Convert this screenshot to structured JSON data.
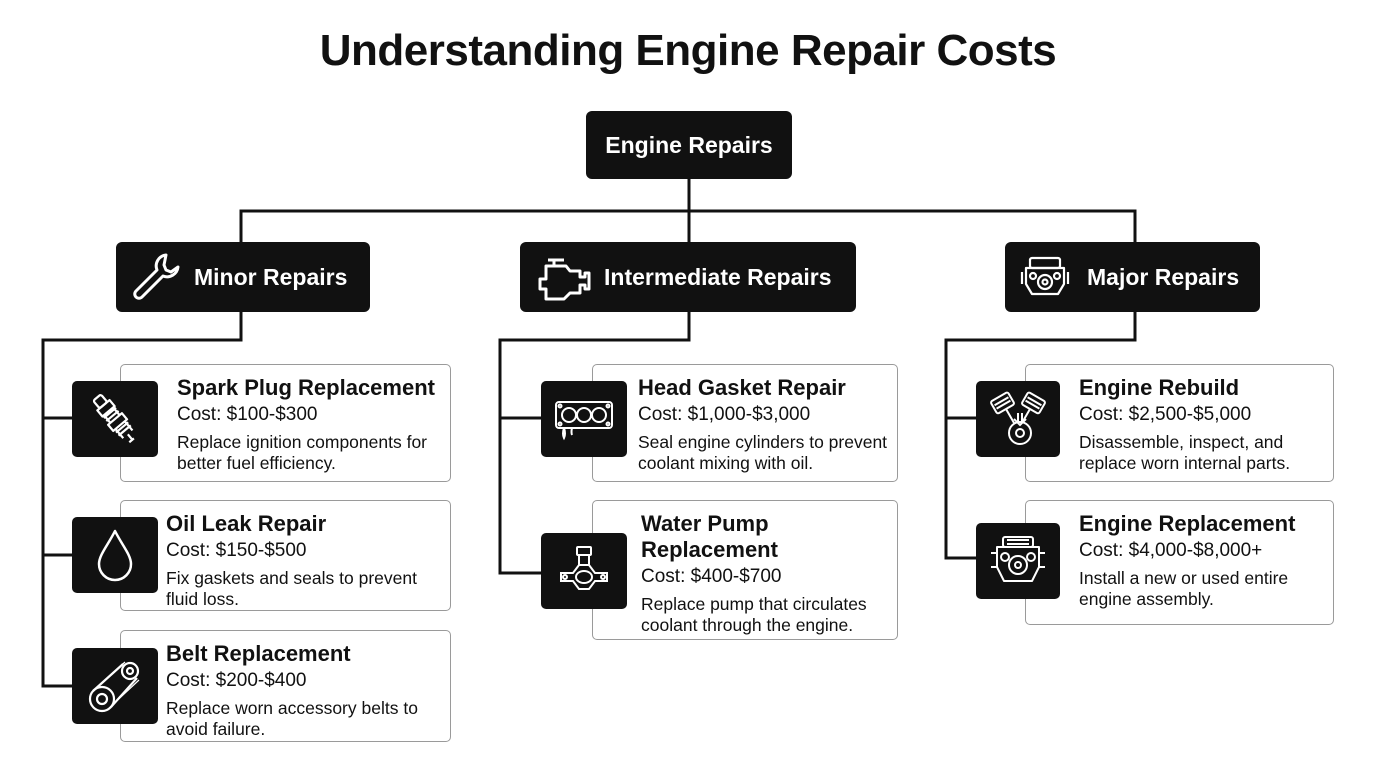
{
  "title": "Understanding Engine Repair Costs",
  "root": {
    "label": "Engine Repairs"
  },
  "categories": [
    {
      "label": "Minor Repairs",
      "icon": "wrench-icon",
      "items": [
        {
          "name": "Spark Plug Replacement",
          "cost": "Cost: $100-$300",
          "desc": "Replace ignition components for better fuel efficiency.",
          "icon": "spark-plug-icon"
        },
        {
          "name": "Oil Leak Repair",
          "cost": "Cost: $150-$500",
          "desc": "Fix gaskets and seals to prevent fluid loss.",
          "icon": "oil-drop-icon"
        },
        {
          "name": "Belt Replacement",
          "cost": "Cost: $200-$400",
          "desc": "Replace worn accessory belts to avoid failure.",
          "icon": "belt-icon"
        }
      ]
    },
    {
      "label": "Intermediate Repairs",
      "icon": "check-engine-icon",
      "items": [
        {
          "name": "Head Gasket Repair",
          "cost": "Cost: $1,000-$3,000",
          "desc": "Seal engine cylinders to prevent coolant mixing with oil.",
          "icon": "head-gasket-icon"
        },
        {
          "name": "Water Pump Replacement",
          "cost": "Cost: $400-$700",
          "desc": "Replace pump that circulates coolant through the engine.",
          "icon": "water-pump-icon"
        }
      ]
    },
    {
      "label": "Major Repairs",
      "icon": "engine-block-icon",
      "items": [
        {
          "name": "Engine Rebuild",
          "cost": "Cost: $2,500-$5,000",
          "desc": "Disassemble, inspect, and replace worn internal parts.",
          "icon": "pistons-icon"
        },
        {
          "name": "Engine Replacement",
          "cost": "Cost: $4,000-$8,000+",
          "desc": "Install a new or used entire engine assembly.",
          "icon": "engine-icon"
        }
      ]
    }
  ]
}
